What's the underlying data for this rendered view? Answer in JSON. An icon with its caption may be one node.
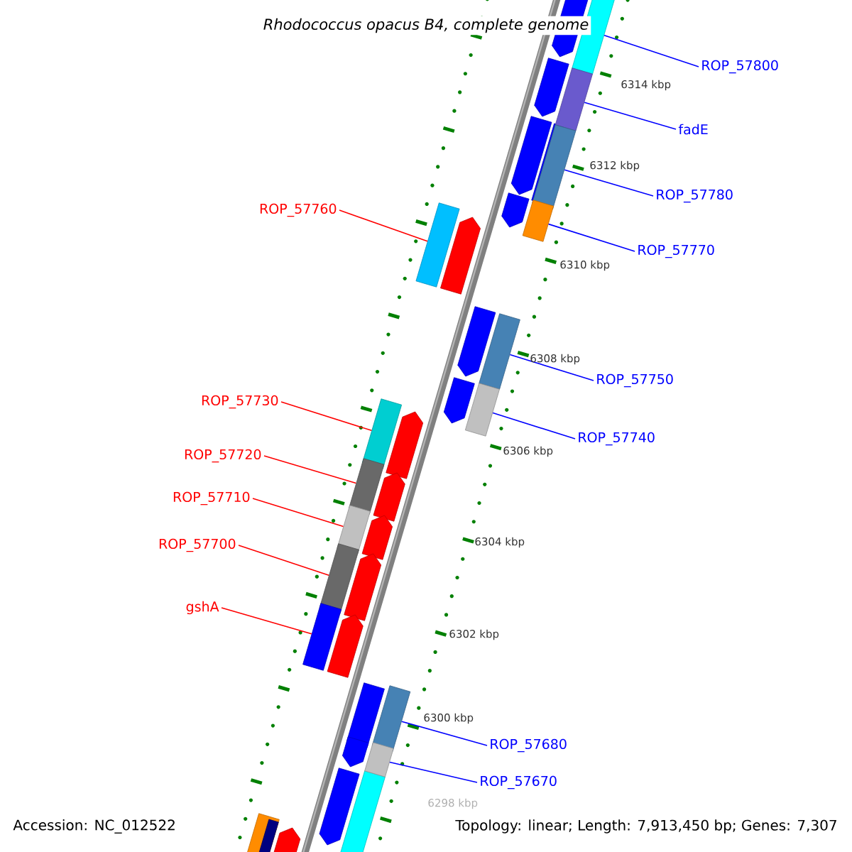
{
  "diagram": {
    "title": "Rhodococcus opacus B4, complete genome",
    "nodes": [
      {
        "text": [
          "ROP_57800"
        ]
      },
      {
        "text": [],
        "shape": "box"
      },
      {
        "text": [
          "fadE"
        ]
      },
      {
        "text": [],
        "shape": "box"
      },
      {
        "text": [
          "ROP_57780"
        ]
      },
      {
        "text": [],
        "shape": "box"
      },
      {
        "text": [
          "ROP_57770"
        ]
      },
      {
        "text": [],
        "shape": "box"
      },
      {
        "text": [
          "ROP_57760"
        ]
      },
      {
        "text": [],
        "shape": "box"
      },
      {
        "text": [
          "ROP_57750"
        ]
      },
      {
        "text": [],
        "shape": "box"
      },
      {
        "text": [
          "ROP_57740"
        ]
      },
      {
        "text": [],
        "shape": "box"
      },
      {
        "text": [
          "ROP_57730"
        ]
      },
      {
        "text": [],
        "shape": "box"
      },
      {
        "text": [
          "ROP_57720"
        ]
      },
      {
        "text": [],
        "shape": "box"
      },
      {
        "text": [
          "ROP_57710"
        ]
      },
      {
        "text": [],
        "shape": "box"
      },
      {
        "text": [
          "ROP_57700"
        ]
      },
      {
        "text": [],
        "shape": "box"
      },
      {
        "text": [
          "gshA"
        ]
      },
      {
        "text": [],
        "shape": "box"
      },
      {
        "text": [
          "ROP_57680"
        ]
      },
      {
        "text": [],
        "shape": "box"
      },
      {
        "text": [
          "ROP_57670"
        ]
      },
      {
        "text": [],
        "shape": "box"
      }
    ],
    "edges": [
      {
        "from": 0,
        "to": 1,
        "arrow": "none"
      },
      {
        "from": 2,
        "to": 3,
        "arrow": "none"
      },
      {
        "from": 4,
        "to": 5,
        "arrow": "none"
      },
      {
        "from": 6,
        "to": 7,
        "arrow": "none"
      },
      {
        "from": 8,
        "to": 9,
        "arrow": "none",
        "color": "#ff0000"
      },
      {
        "from": 10,
        "to": 11,
        "arrow": "none"
      },
      {
        "from": 12,
        "to": 13,
        "arrow": "none"
      },
      {
        "from": 14,
        "to": 15,
        "arrow": "none",
        "color": "#ff0000"
      },
      {
        "from": 16,
        "to": 17,
        "arrow": "none",
        "color": "#ff0000"
      },
      {
        "from": 18,
        "to": 19,
        "arrow": "none",
        "color": "#ff0000"
      },
      {
        "from": 20,
        "to": 21,
        "arrow": "none",
        "color": "#ff0000"
      },
      {
        "from": 22,
        "to": 23,
        "arrow": "none",
        "color": "#ff0000"
      },
      {
        "from": 24,
        "to": 25,
        "arrow": "none"
      },
      {
        "from": 26,
        "to": 27,
        "arrow": "none"
      }
    ],
    "labels": [
      "6314 kbp",
      "6312 kbp",
      "6310 kbp",
      "6308 kbp",
      "6306 kbp",
      "6304 kbp",
      "6302 kbp",
      "6300 kbp",
      "6298 kbp",
      "Accession: NC_012522",
      "Topology: linear; Length: 7,913,450 bp; Genes: 7,307"
    ]
  }
}
